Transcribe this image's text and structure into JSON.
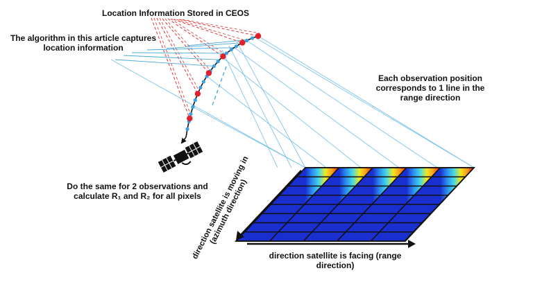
{
  "labels": {
    "ceos_title": "Location Information Stored in CEOS",
    "algorithm_line1": "The algorithm in this article captures",
    "algorithm_line2": "location information",
    "each_obs_line1": "Each observation position",
    "each_obs_line2": "corresponds to 1 line in the",
    "each_obs_line3": "range direction",
    "same_line1": "Do the same for 2 observations and",
    "same_line2": "calculate R₁ and R₂ for all pixels",
    "azimuth_line1": "direction satellite is moving in",
    "azimuth_line2": "(azimuth direction)",
    "range_line1": "direction satellite is facing (range",
    "range_line2": "direction)"
  },
  "colors": {
    "ceos_lines": "#e0302e",
    "algorithm_lines": "#4aa8d8",
    "orbit_red_dot": "#e0202a",
    "orbit_blue_dot": "#3da0e0",
    "text": "#111111",
    "grid_lines": "#111111",
    "stripe_palette": [
      "#1a2fd0",
      "#2a8cf0",
      "#45d8e8",
      "#f0e820",
      "#f89a18",
      "#e01818"
    ]
  },
  "icons": {
    "satellite": "satellite-icon"
  }
}
